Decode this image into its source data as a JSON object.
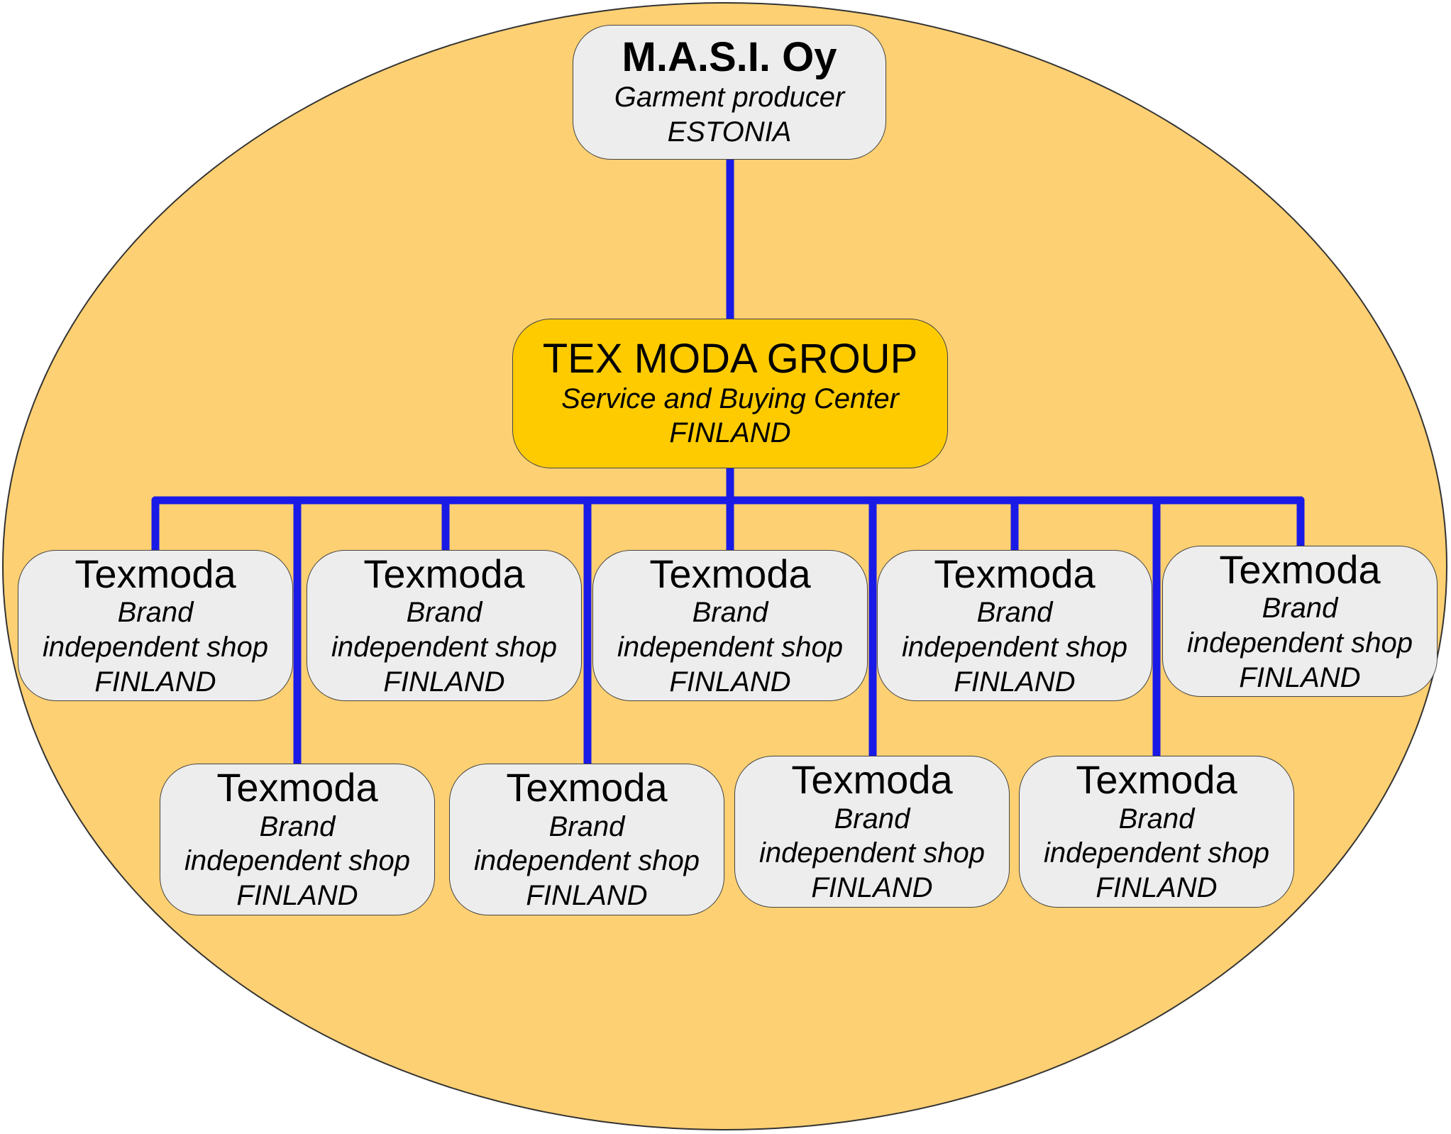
{
  "colors": {
    "background_ellipse": "#fdd073",
    "group_box": "#fecb00",
    "box": "#ededed",
    "connector": "#1a1ae6"
  },
  "producer": {
    "name": "M.A.S.I. Oy",
    "role": "Garment producer",
    "country": "ESTONIA"
  },
  "group": {
    "name": "TEX MODA GROUP",
    "role": "Service and Buying Center",
    "country": "FINLAND"
  },
  "shops": [
    {
      "name": "Texmoda",
      "role": "Brand",
      "type": "independent shop",
      "country": "FINLAND"
    },
    {
      "name": "Texmoda",
      "role": "Brand",
      "type": "independent shop",
      "country": "FINLAND"
    },
    {
      "name": "Texmoda",
      "role": "Brand",
      "type": "independent shop",
      "country": "FINLAND"
    },
    {
      "name": "Texmoda",
      "role": "Brand",
      "type": "independent shop",
      "country": "FINLAND"
    },
    {
      "name": "Texmoda",
      "role": "Brand",
      "type": "independent shop",
      "country": "FINLAND"
    },
    {
      "name": "Texmoda",
      "role": "Brand",
      "type": "independent shop",
      "country": "FINLAND"
    },
    {
      "name": "Texmoda",
      "role": "Brand",
      "type": "independent shop",
      "country": "FINLAND"
    },
    {
      "name": "Texmoda",
      "role": "Brand",
      "type": "independent shop",
      "country": "FINLAND"
    },
    {
      "name": "Texmoda",
      "role": "Brand",
      "type": "independent shop",
      "country": "FINLAND"
    }
  ]
}
